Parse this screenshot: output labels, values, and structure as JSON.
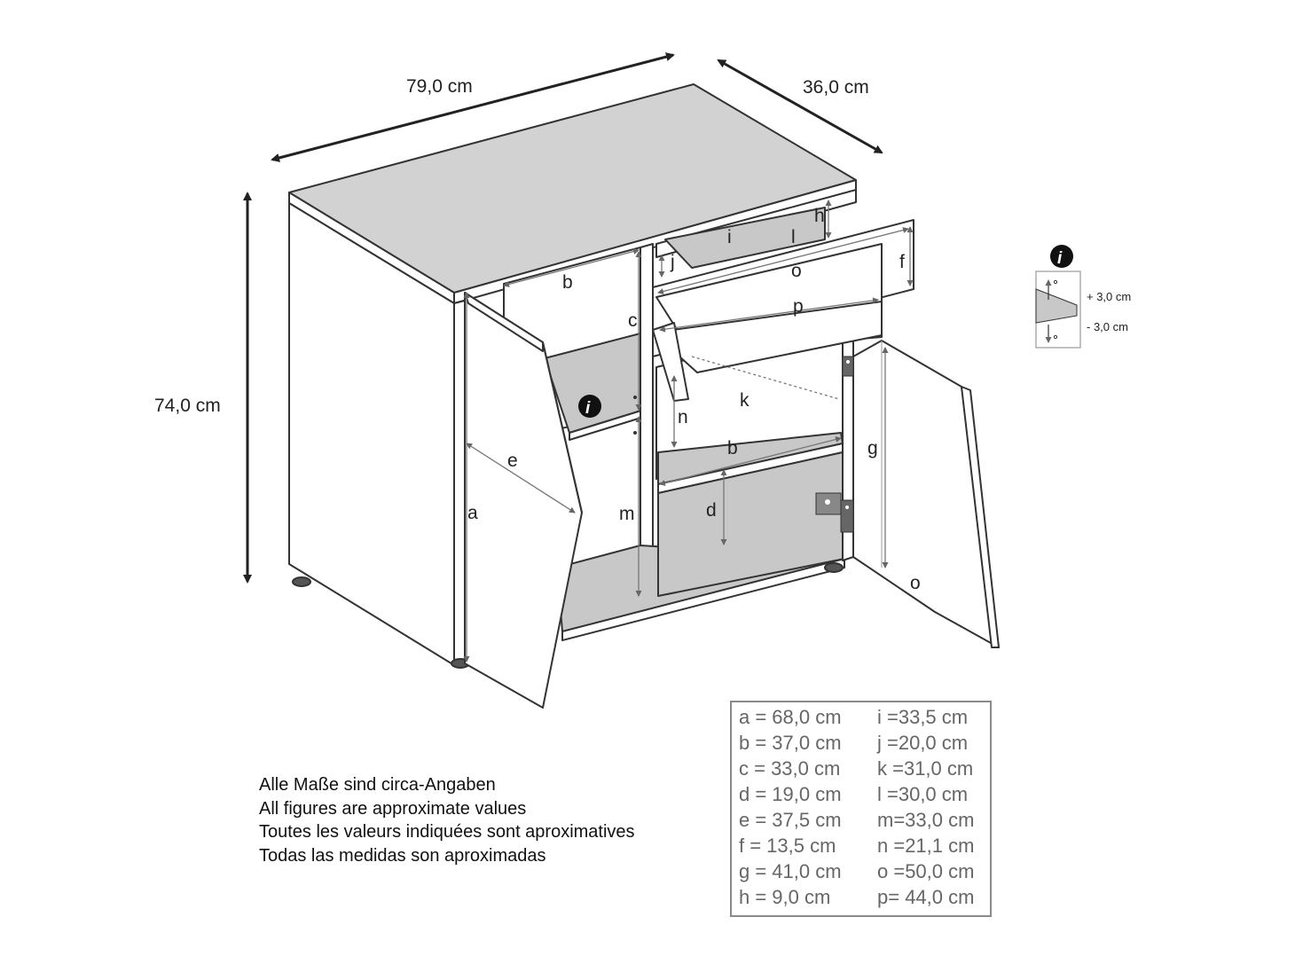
{
  "dimensions": {
    "width": "79,0 cm",
    "depth": "36,0 cm",
    "height": "74,0 cm"
  },
  "part_labels": {
    "a": "a",
    "b": "b",
    "c": "c",
    "d": "d",
    "e": "e",
    "f": "f",
    "g": "g",
    "h": "h",
    "i": "i",
    "j": "j",
    "k": "k",
    "l": "l",
    "m": "m",
    "n": "n",
    "o": "o",
    "p": "p"
  },
  "info_icon_glyph": "i",
  "shelf_adjust": {
    "plus": "+ 3,0 cm",
    "minus": "-  3,0 cm"
  },
  "notes": [
    "Alle Maße sind circa-Angaben",
    "All figures are approximate values",
    "Toutes les valeurs indiquées sont aproximatives",
    "Todas las medidas son aproximadas"
  ],
  "measure_table": [
    [
      "a = 68,0 cm",
      "i  =33,5 cm"
    ],
    [
      "b = 37,0 cm",
      "j  =20,0 cm"
    ],
    [
      "c =  33,0 cm",
      "k =31,0 cm"
    ],
    [
      "d = 19,0 cm",
      "l  =30,0 cm"
    ],
    [
      "e = 37,5 cm",
      "m=33,0 cm"
    ],
    [
      "f  = 13,5 cm",
      "n =21,1 cm"
    ],
    [
      "g = 41,0 cm",
      "o =50,0 cm"
    ],
    [
      "h =   9,0 cm",
      "p= 44,0 cm"
    ]
  ],
  "colors": {
    "line": "#333333",
    "panel": "#ffffff",
    "shade": "#c8c8c8",
    "top": "#d2d2d2",
    "table_border": "#8a8a8a",
    "label": "#555555"
  }
}
